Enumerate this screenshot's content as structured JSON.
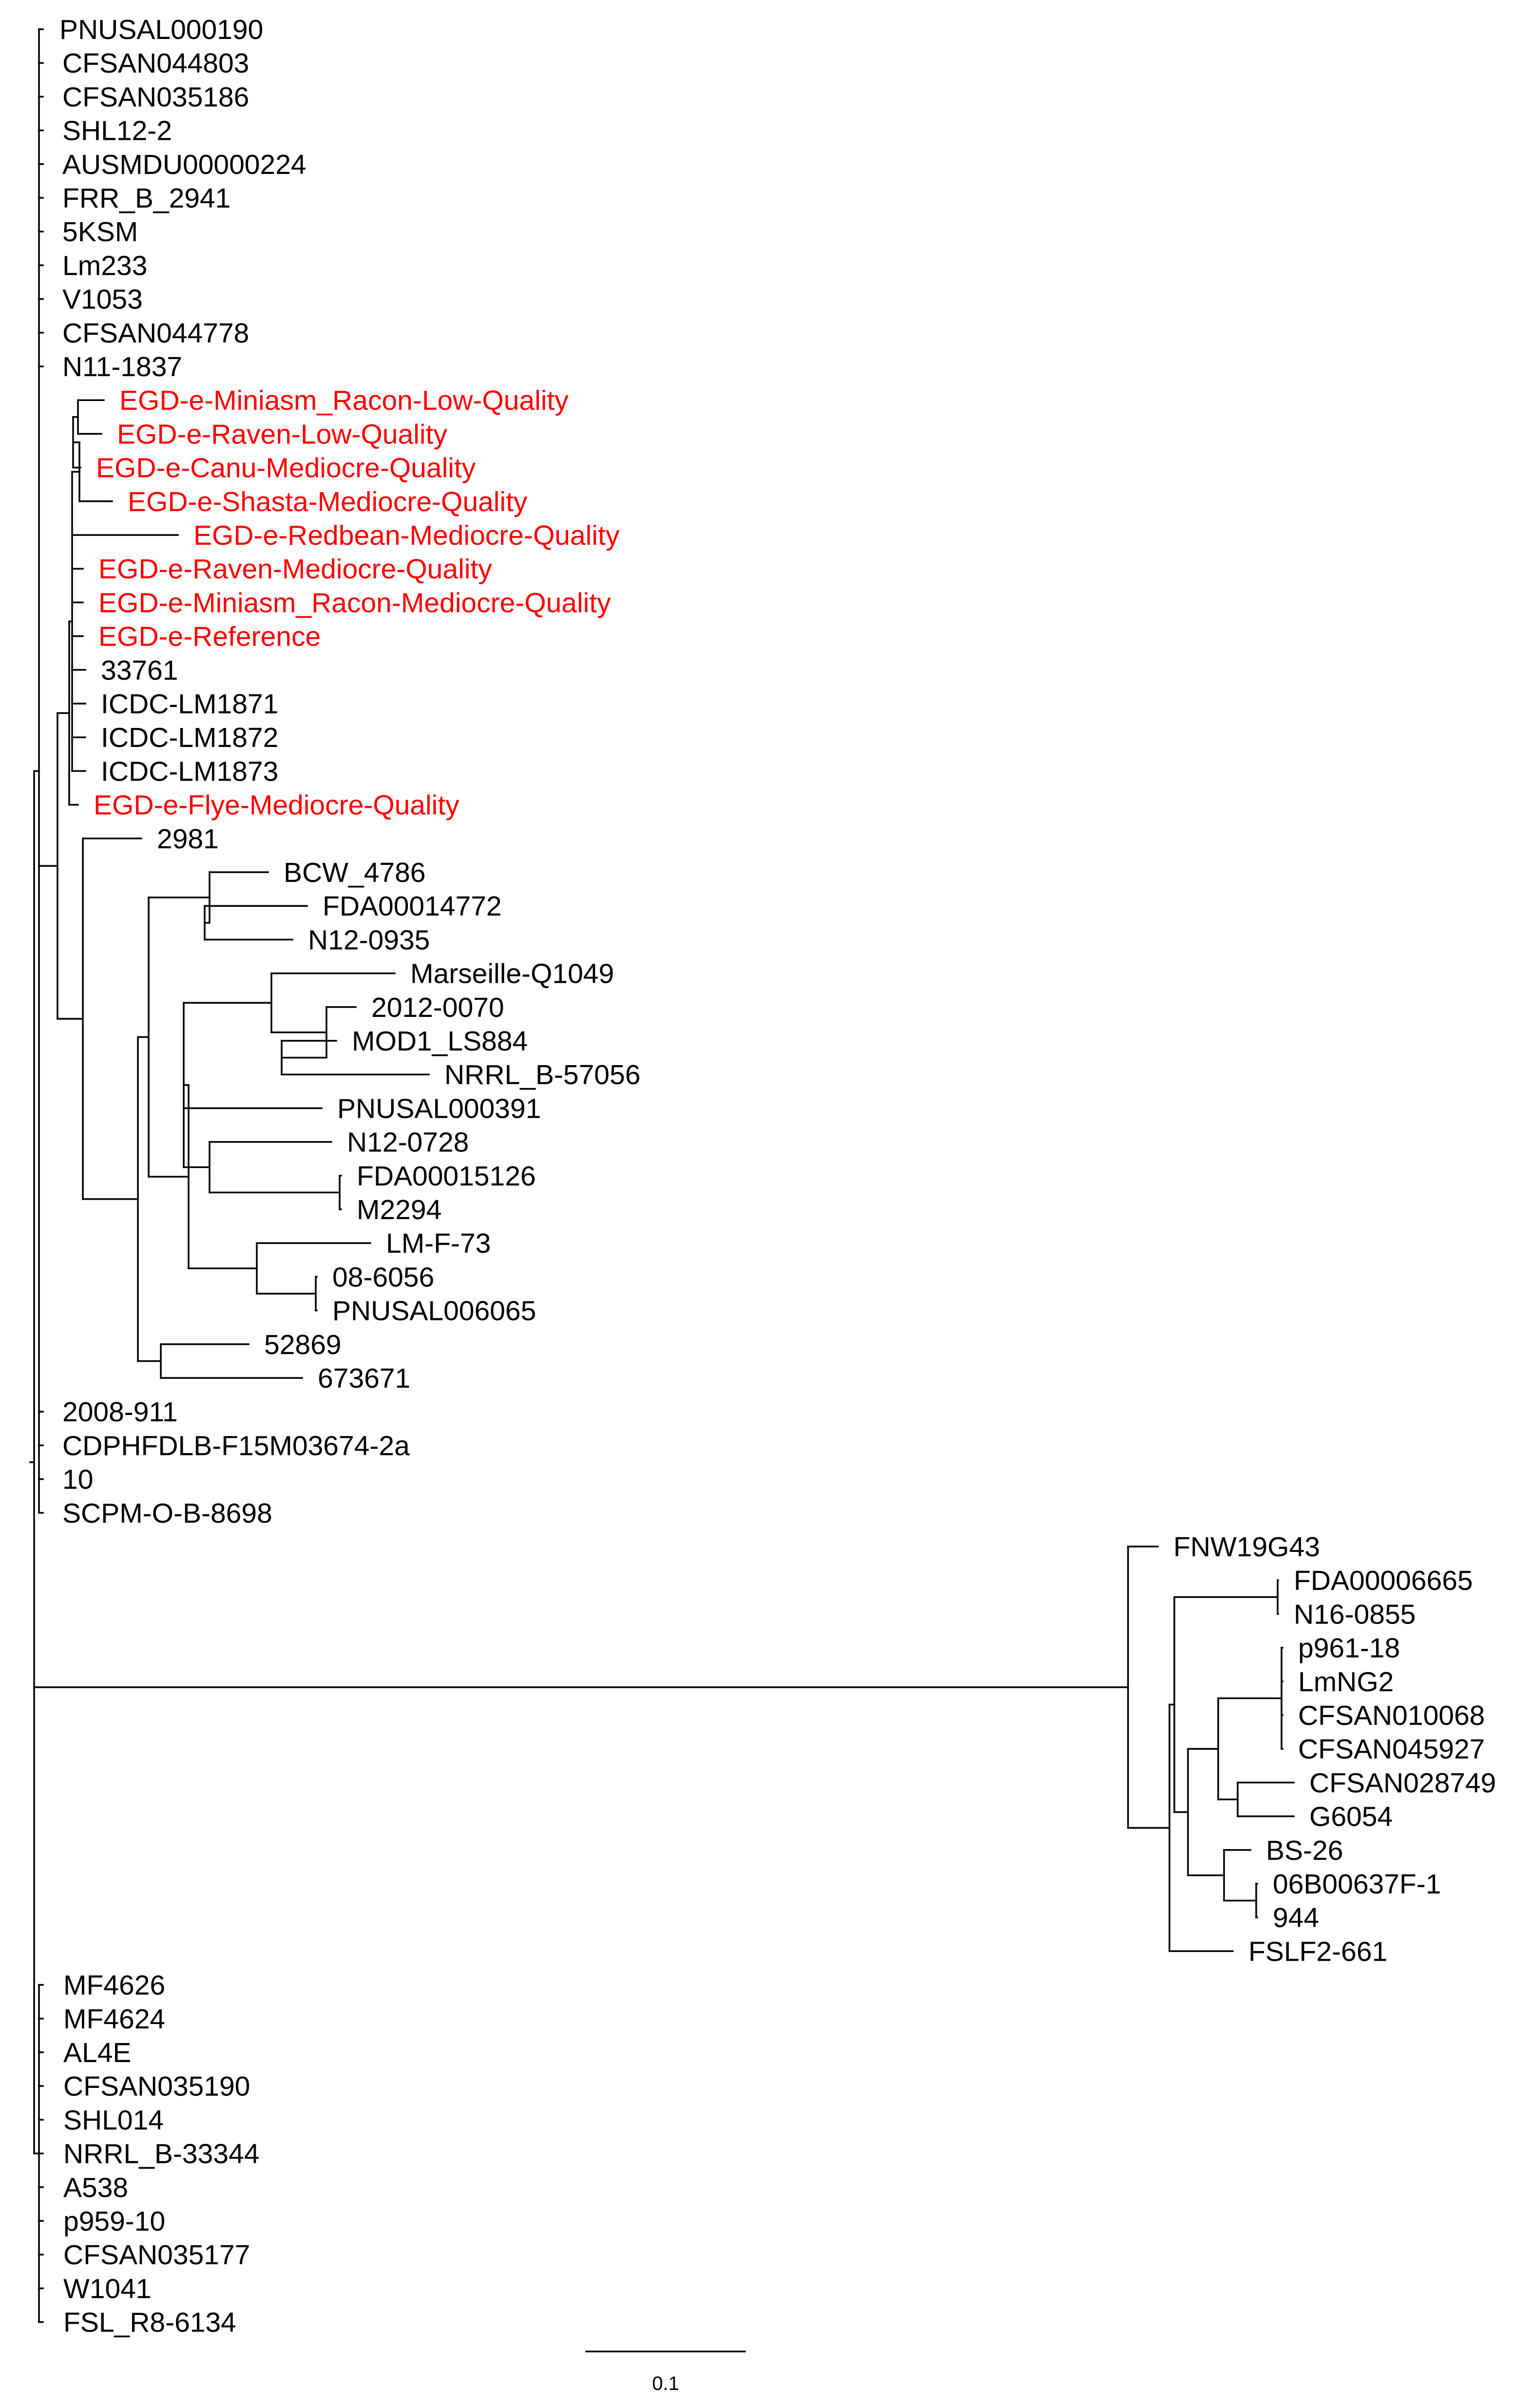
{
  "diagram": {
    "type": "phylogenetic-tree",
    "highlight_color": "#ff0000",
    "default_label_color": "#000000",
    "scale_bar_label": "0.1",
    "leaves": [
      {
        "id": "l0",
        "name": "PNUSAL000190"
      },
      {
        "id": "l1",
        "name": "CFSAN044803"
      },
      {
        "id": "l2",
        "name": "CFSAN035186"
      },
      {
        "id": "l3",
        "name": "SHL12-2"
      },
      {
        "id": "l4",
        "name": "AUSMDU00000224"
      },
      {
        "id": "l5",
        "name": "FRR_B_2941"
      },
      {
        "id": "l6",
        "name": "5KSM"
      },
      {
        "id": "l7",
        "name": "Lm233"
      },
      {
        "id": "l8",
        "name": "V1053"
      },
      {
        "id": "l9",
        "name": "CFSAN044778"
      },
      {
        "id": "l10",
        "name": "N11-1837"
      },
      {
        "id": "l11",
        "name": "EGD-e-Miniasm_Racon-Low-Quality",
        "highlight": true
      },
      {
        "id": "l12",
        "name": "EGD-e-Raven-Low-Quality",
        "highlight": true
      },
      {
        "id": "l13",
        "name": "EGD-e-Canu-Mediocre-Quality",
        "highlight": true
      },
      {
        "id": "l14",
        "name": "EGD-e-Shasta-Mediocre-Quality",
        "highlight": true
      },
      {
        "id": "l15",
        "name": "EGD-e-Redbean-Mediocre-Quality",
        "highlight": true
      },
      {
        "id": "l16",
        "name": "EGD-e-Raven-Mediocre-Quality",
        "highlight": true
      },
      {
        "id": "l17",
        "name": "EGD-e-Miniasm_Racon-Mediocre-Quality",
        "highlight": true
      },
      {
        "id": "l18",
        "name": "EGD-e-Reference",
        "highlight": true
      },
      {
        "id": "l19",
        "name": "33761"
      },
      {
        "id": "l20",
        "name": "ICDC-LM1871"
      },
      {
        "id": "l21",
        "name": "ICDC-LM1872"
      },
      {
        "id": "l22",
        "name": "ICDC-LM1873"
      },
      {
        "id": "l23",
        "name": "EGD-e-Flye-Mediocre-Quality",
        "highlight": true
      },
      {
        "id": "l24",
        "name": "2981"
      },
      {
        "id": "l25",
        "name": "BCW_4786"
      },
      {
        "id": "l26",
        "name": "FDA00014772"
      },
      {
        "id": "l27",
        "name": "N12-0935"
      },
      {
        "id": "l28",
        "name": "Marseille-Q1049"
      },
      {
        "id": "l29",
        "name": "2012-0070"
      },
      {
        "id": "l30",
        "name": "MOD1_LS884"
      },
      {
        "id": "l31",
        "name": "NRRL_B-57056"
      },
      {
        "id": "l32",
        "name": "PNUSAL000391"
      },
      {
        "id": "l33",
        "name": "N12-0728"
      },
      {
        "id": "l34",
        "name": "FDA00015126"
      },
      {
        "id": "l35",
        "name": "M2294"
      },
      {
        "id": "l36",
        "name": "LM-F-73"
      },
      {
        "id": "l37",
        "name": "08-6056"
      },
      {
        "id": "l38",
        "name": "PNUSAL006065"
      },
      {
        "id": "l39",
        "name": "52869"
      },
      {
        "id": "l40",
        "name": "673671"
      },
      {
        "id": "l41",
        "name": "2008-911"
      },
      {
        "id": "l42",
        "name": "CDPHFDLB-F15M03674-2a"
      },
      {
        "id": "l43",
        "name": "10"
      },
      {
        "id": "l44",
        "name": "SCPM-O-B-8698"
      },
      {
        "id": "l45",
        "name": "FNW19G43"
      },
      {
        "id": "l46",
        "name": "FDA00006665"
      },
      {
        "id": "l47",
        "name": "N16-0855"
      },
      {
        "id": "l48",
        "name": "p961-18"
      },
      {
        "id": "l49",
        "name": "LmNG2"
      },
      {
        "id": "l50",
        "name": "CFSAN010068"
      },
      {
        "id": "l51",
        "name": "CFSAN045927"
      },
      {
        "id": "l52",
        "name": "CFSAN028749"
      },
      {
        "id": "l53",
        "name": "G6054"
      },
      {
        "id": "l54",
        "name": "BS-26"
      },
      {
        "id": "l55",
        "name": "06B00637F-1"
      },
      {
        "id": "l56",
        "name": "944"
      },
      {
        "id": "l57",
        "name": "FSLF2-661"
      },
      {
        "id": "l58",
        "name": "MF4626"
      },
      {
        "id": "l59",
        "name": "MF4624"
      },
      {
        "id": "l60",
        "name": "AL4E"
      },
      {
        "id": "l61",
        "name": "CFSAN035190"
      },
      {
        "id": "l62",
        "name": "SHL014"
      },
      {
        "id": "l63",
        "name": "NRRL_B-33344"
      },
      {
        "id": "l64",
        "name": "A538"
      },
      {
        "id": "l65",
        "name": "p959-10"
      },
      {
        "id": "l66",
        "name": "CFSAN035177"
      },
      {
        "id": "l67",
        "name": "W1041"
      },
      {
        "id": "l68",
        "name": "FSL_R8-6134"
      }
    ]
  }
}
